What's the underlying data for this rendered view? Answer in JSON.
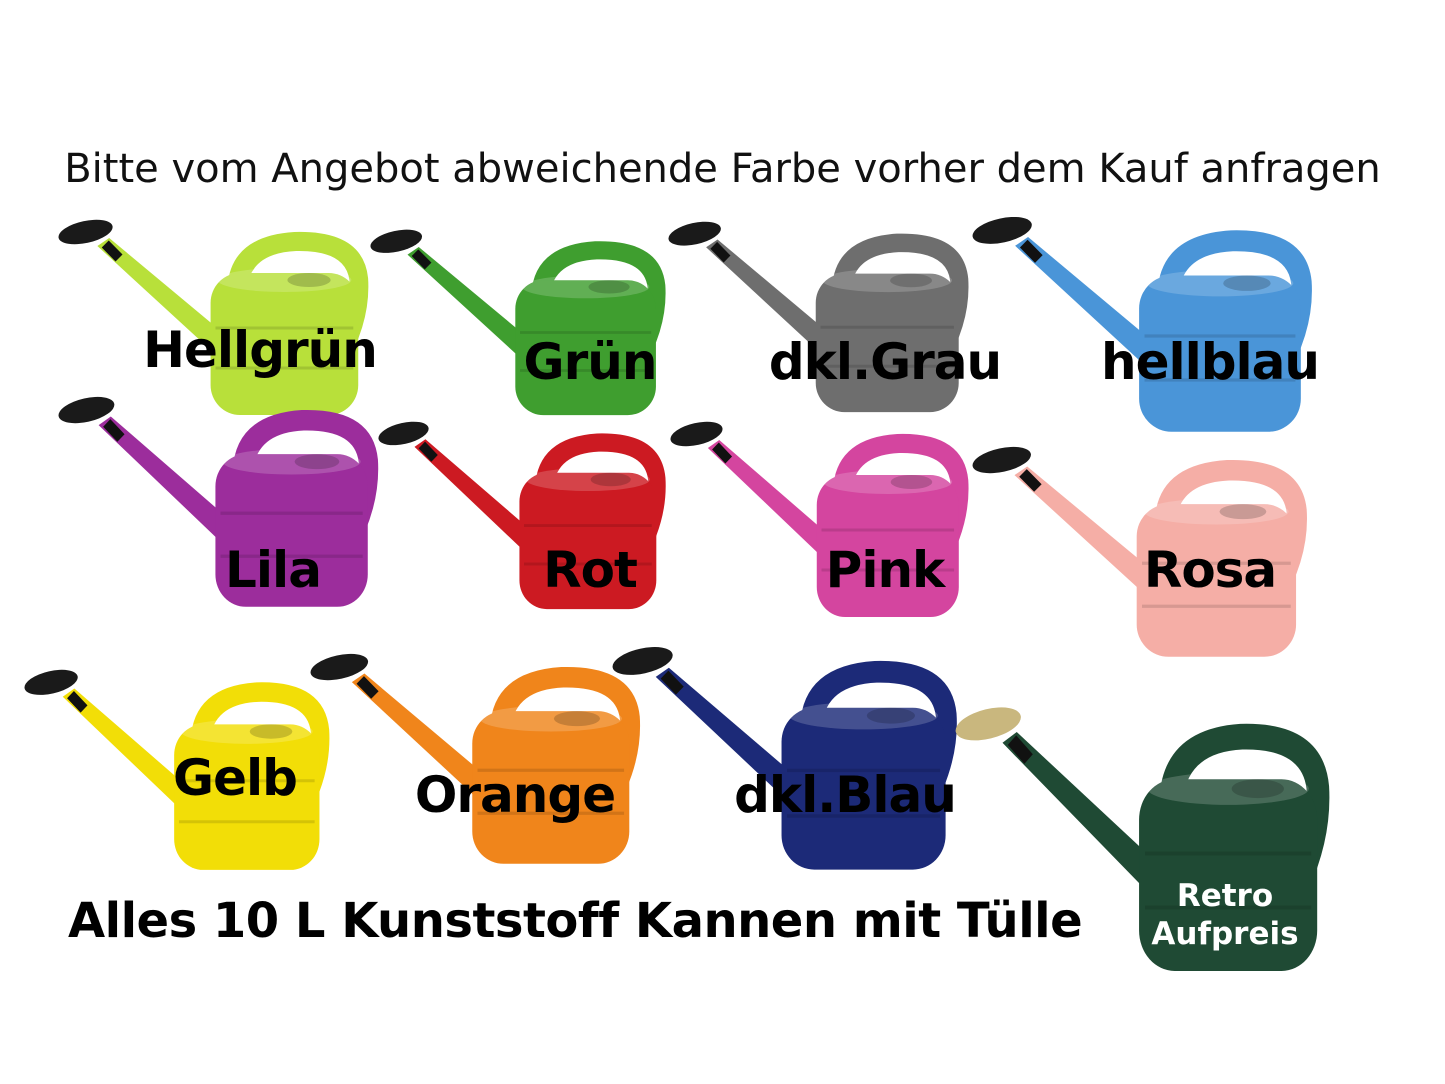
{
  "header": "Bitte vom Angebot abweichende Farbe vorher dem Kauf anfragen",
  "cans": [
    {
      "label": "Hellgrün",
      "color": "#b8e03a"
    },
    {
      "label": "Grün",
      "color": "#3f9e2f"
    },
    {
      "label": "dkl.Grau",
      "color": "#6e6e6e"
    },
    {
      "label": "hellblau",
      "color": "#4a95d8"
    },
    {
      "label": "Lila",
      "color": "#9c2d9c"
    },
    {
      "label": "Rot",
      "color": "#cc1a22"
    },
    {
      "label": "Pink",
      "color": "#d4459f"
    },
    {
      "label": "Rosa",
      "color": "#f5aea6"
    },
    {
      "label": "Gelb",
      "color": "#f2de07"
    },
    {
      "label": "Orange",
      "color": "#f0851b"
    },
    {
      "label": "dkl.Blau",
      "color": "#1c2a78"
    }
  ],
  "retro": {
    "line1": "Retro",
    "line2": "Aufpreis",
    "color": "#1f4a34",
    "rose_color": "#c9b77e"
  },
  "footer": "Alles 10 L Kunststoff Kannen mit Tülle"
}
